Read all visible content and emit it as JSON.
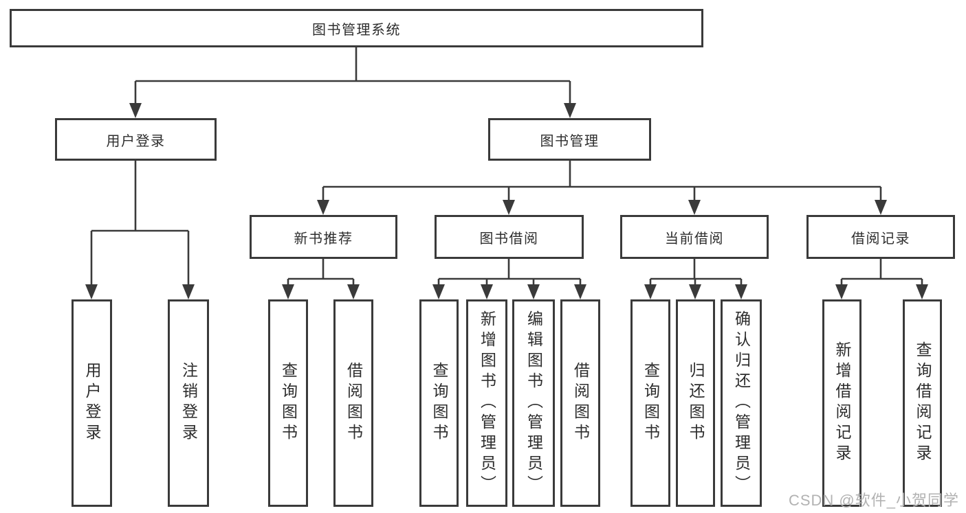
{
  "diagram": {
    "type": "hierarchy-tree",
    "colors": {
      "line": "#3a3a3a",
      "box_border": "#3a3a3a",
      "box_fill": "#ffffff",
      "text": "#2d2d2d",
      "watermark": "#b2b2b2"
    },
    "root": {
      "label": "图书管理系统",
      "children": [
        {
          "label": "用户登录",
          "children": [
            {
              "label": "用户登录"
            },
            {
              "label": "注销登录"
            }
          ]
        },
        {
          "label": "图书管理",
          "children": [
            {
              "label": "新书推荐",
              "children": [
                {
                  "label": "查询图书"
                },
                {
                  "label": "借阅图书"
                }
              ]
            },
            {
              "label": "图书借阅",
              "children": [
                {
                  "label": "查询图书"
                },
                {
                  "label": "新增图书（管理员）"
                },
                {
                  "label": "编辑图书（管理员）"
                },
                {
                  "label": "借阅图书"
                }
              ]
            },
            {
              "label": "当前借阅",
              "children": [
                {
                  "label": "查询图书"
                },
                {
                  "label": "归还图书"
                },
                {
                  "label": "确认归还（管理员）"
                }
              ]
            },
            {
              "label": "借阅记录",
              "children": [
                {
                  "label": "新增借阅记录"
                },
                {
                  "label": "查询借阅记录"
                }
              ]
            }
          ]
        }
      ]
    }
  },
  "watermark": {
    "text": "CSDN @软件_小贺同学"
  }
}
